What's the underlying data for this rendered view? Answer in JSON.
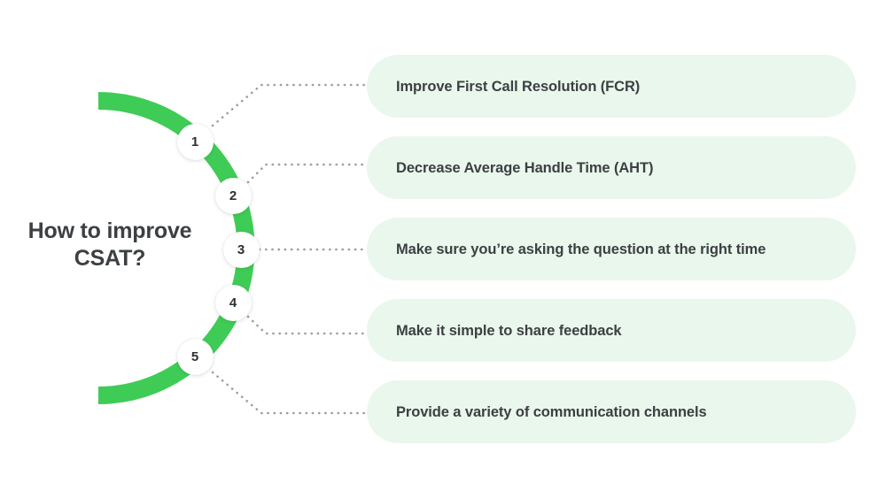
{
  "diagram": {
    "type": "numbered-list-infographic",
    "title": "How to improve CSAT?",
    "accent_color": "#3fcc56",
    "card_background": "#eaf7ec",
    "text_color": "#3c4043",
    "connector_color": "#9aa0a6",
    "steps": [
      {
        "number": "1",
        "label": "Improve First Call Resolution (FCR)"
      },
      {
        "number": "2",
        "label": "Decrease Average Handle Time (AHT)"
      },
      {
        "number": "3",
        "label": "Make sure you’re asking the question at the right time"
      },
      {
        "number": "4",
        "label": "Make it simple to share feedback"
      },
      {
        "number": "5",
        "label": "Provide a variety of communication channels"
      }
    ]
  }
}
